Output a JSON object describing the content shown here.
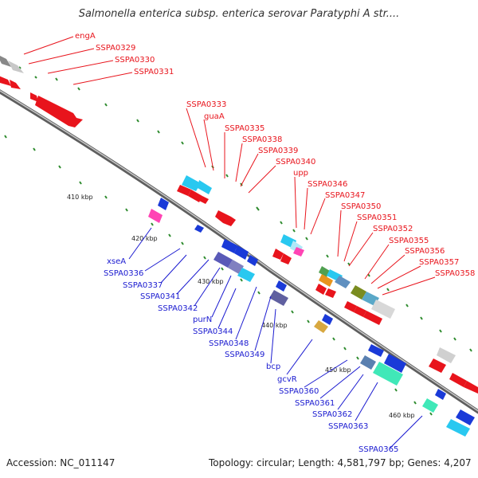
{
  "title": "Salmonella enterica subsp. enterica serovar Paratyphi A str....",
  "accession": "Accession: NC_011147",
  "topology": "Topology: circular; Length: 4,581,797 bp; Genes: 4,207",
  "colors": {
    "forward_label": "#e8141c",
    "reverse_label": "#1a1ad0",
    "backbone": "#8a8a8a",
    "tick": "#2e8b2e"
  },
  "kbp_labels": [
    "410 kbp",
    "420 kbp",
    "430 kbp",
    "440 kbp",
    "450 kbp",
    "460 kbp"
  ],
  "forward_genes": [
    "engA",
    "SSPA0329",
    "SSPA0330",
    "SSPA0331",
    "SSPA0333",
    "guaA",
    "SSPA0335",
    "SSPA0338",
    "SSPA0339",
    "SSPA0340",
    "upp",
    "SSPA0346",
    "SSPA0347",
    "SSPA0350",
    "SSPA0351",
    "SSPA0352",
    "SSPA0355",
    "SSPA0356",
    "SSPA0357",
    "SSPA0358"
  ],
  "reverse_genes": [
    "xseA",
    "SSPA0336",
    "SSPA0337",
    "SSPA0341",
    "SSPA0342",
    "purN",
    "SSPA0344",
    "SSPA0348",
    "SSPA0349",
    "bcp",
    "gcvR",
    "SSPA0360",
    "SSPA0361",
    "SSPA0362",
    "SSPA0363",
    "SSPA0365"
  ]
}
